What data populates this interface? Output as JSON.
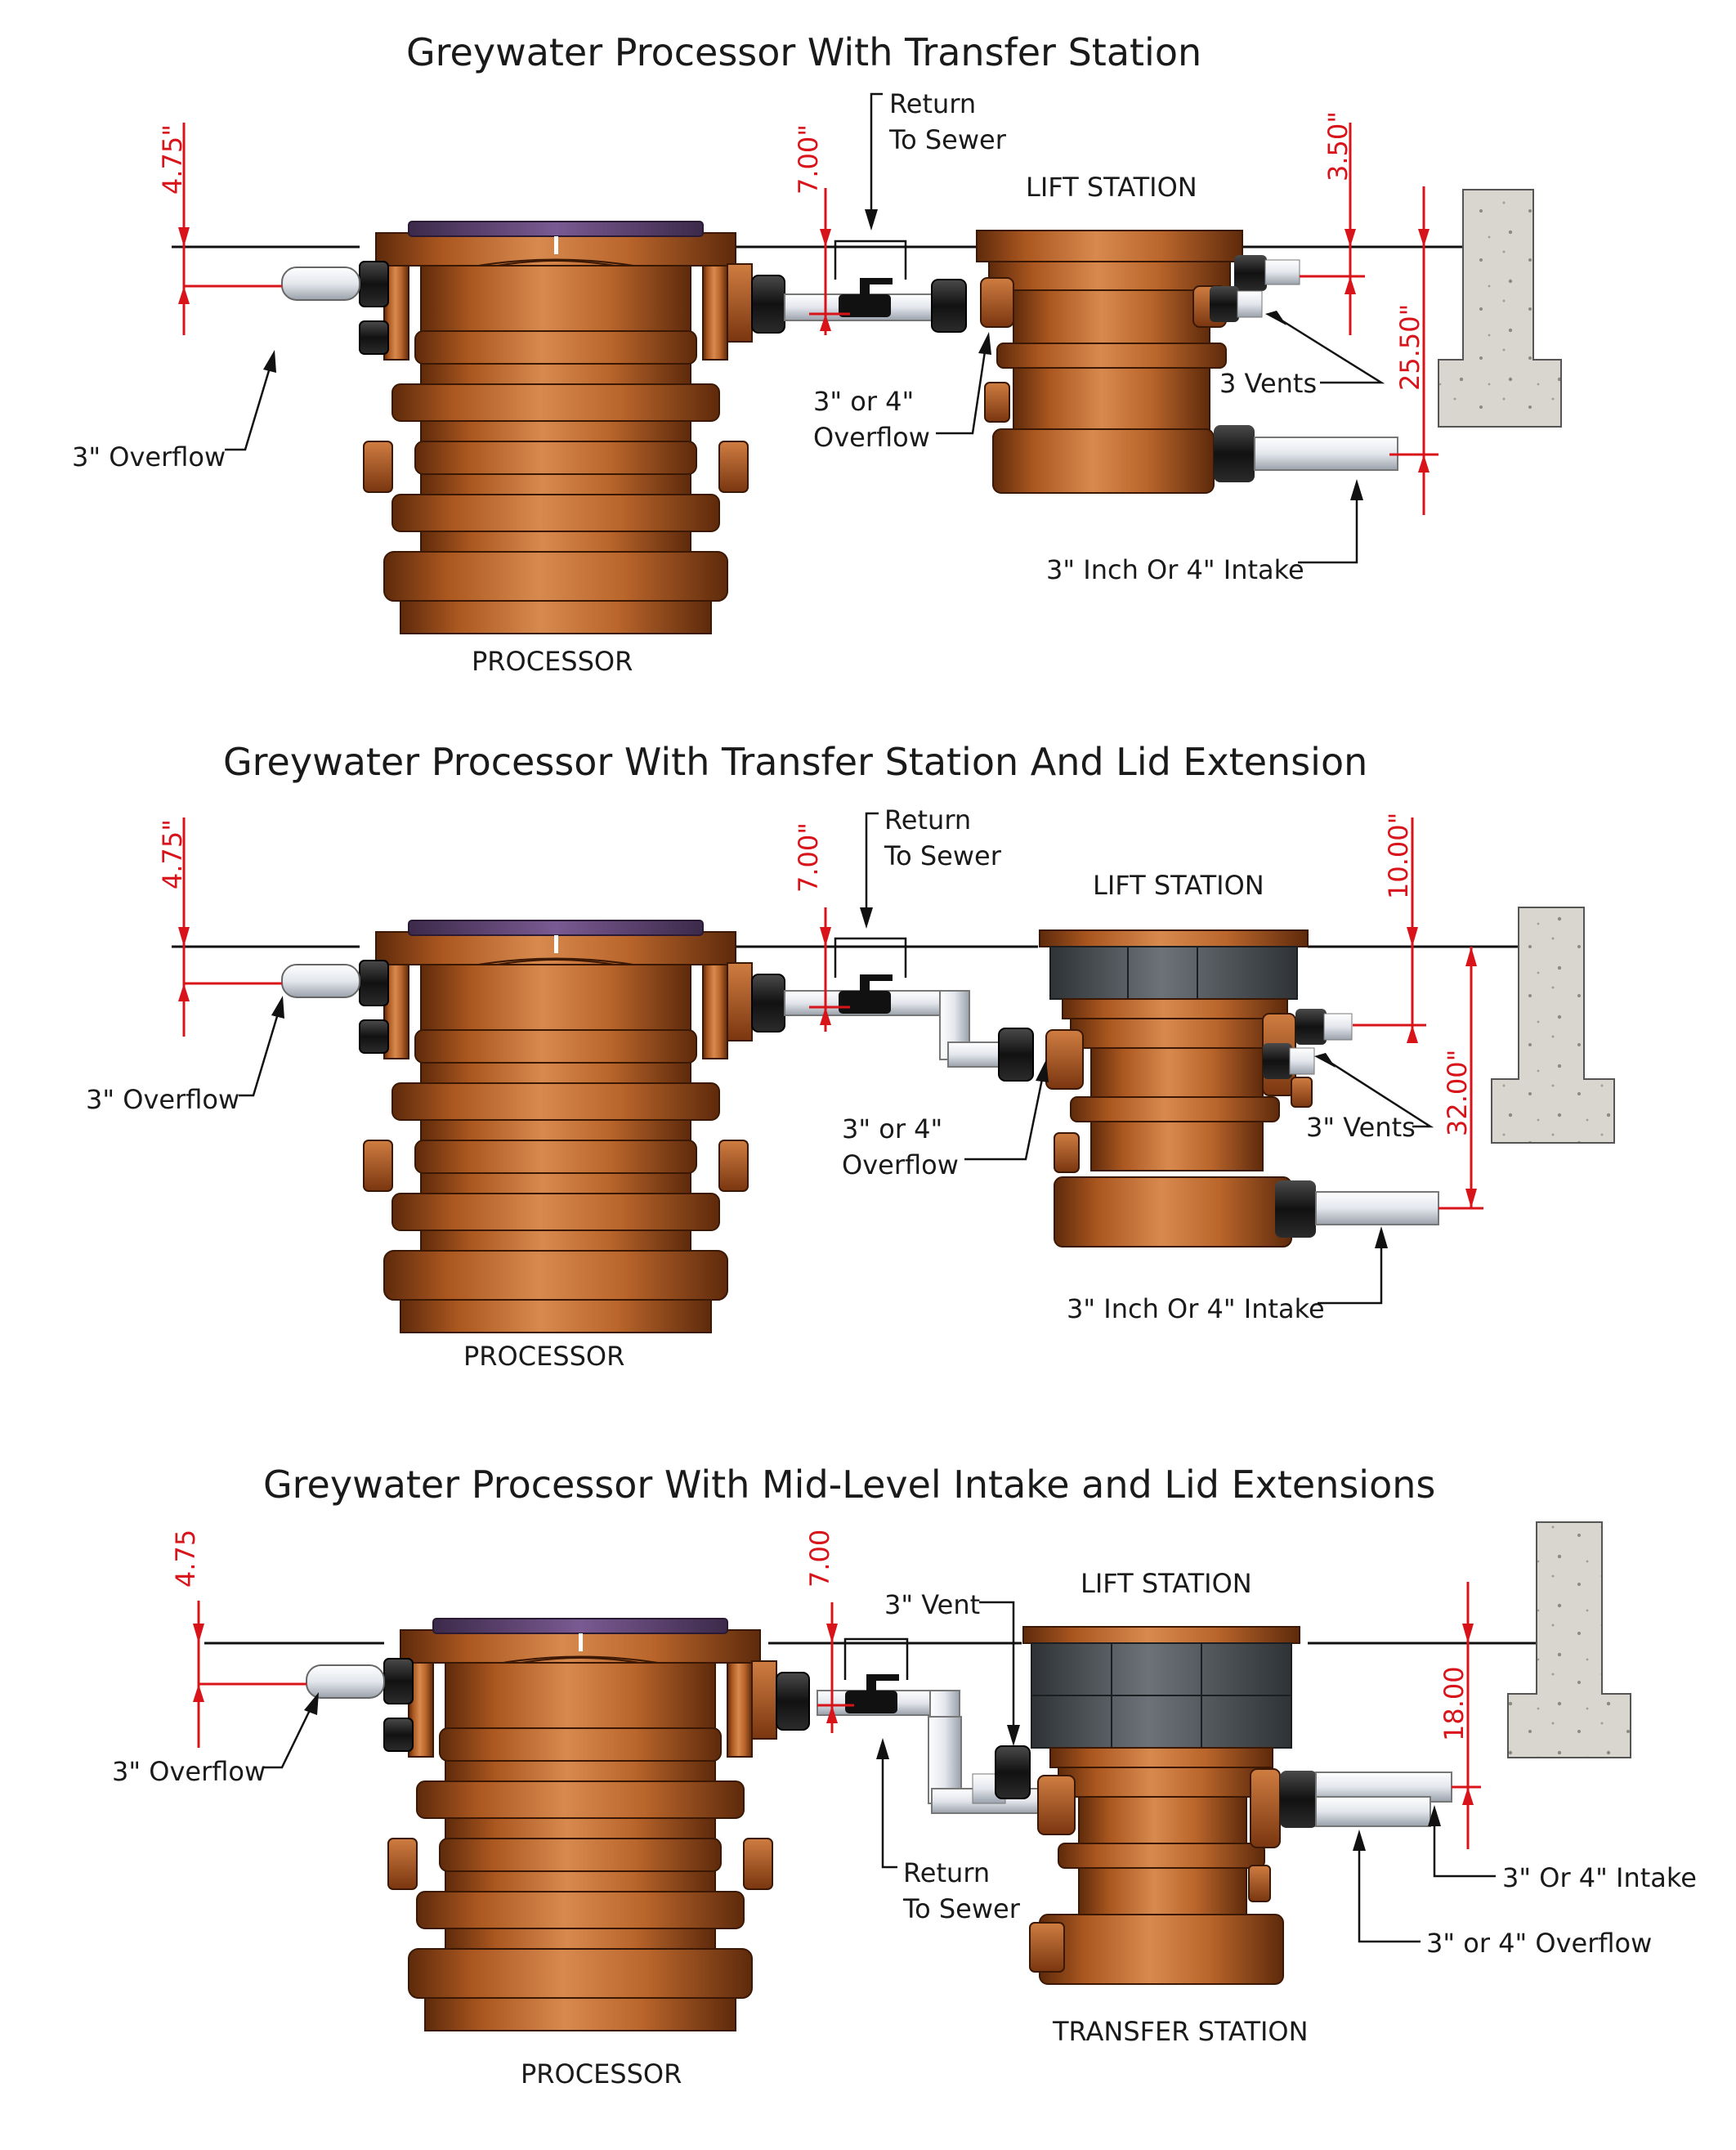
{
  "panels": [
    {
      "title": "Greywater Processor With Transfer Station",
      "labels": {
        "return_line1": "Return",
        "return_line2": "To Sewer",
        "lift": "LIFT STATION",
        "overflow_left": "3\" Overflow",
        "overflow_mid_line1": "3\" or 4\"",
        "overflow_mid_line2": "Overflow",
        "vents": "3 Vents",
        "intake": "3\" Inch Or 4\" Intake",
        "processor": "PROCESSOR"
      },
      "dims": {
        "d1": "4.75\"",
        "d2": "7.00\"",
        "d3": "3.50\"",
        "d4": "25.50\""
      }
    },
    {
      "title": "Greywater Processor With Transfer Station And Lid Extension",
      "labels": {
        "return_line1": "Return",
        "return_line2": "To Sewer",
        "lift": "LIFT STATION",
        "overflow_left": "3\" Overflow",
        "overflow_mid_line1": "3\" or 4\"",
        "overflow_mid_line2": "Overflow",
        "vents": "3\" Vents",
        "intake": "3\" Inch Or 4\" Intake",
        "processor": "PROCESSOR"
      },
      "dims": {
        "d1": "4.75\"",
        "d2": "7.00\"",
        "d3": "10.00\"",
        "d4": "32.00\""
      }
    },
    {
      "title": "Greywater Processor With Mid-Level Intake and Lid Extensions",
      "labels": {
        "vent": "3\" Vent",
        "lift": "LIFT STATION",
        "overflow_left": "3\" Overflow",
        "return_line1": "Return",
        "return_line2": "To Sewer",
        "intake": "3\" Or 4\" Intake",
        "overflow_right": "3\" or 4\" Overflow",
        "transfer": "TRANSFER STATION",
        "processor": "PROCESSOR"
      },
      "dims": {
        "d1": "4.75",
        "d2": "7.00",
        "d3": "18.00"
      }
    }
  ],
  "colors": {
    "tank_light": "#d88a4e",
    "tank_mid": "#a9561f",
    "tank_dark": "#5e2a0b",
    "lid_purple": "#5a3f6e",
    "extension_gray": "#555b61",
    "pipe_white": "#eef0f4",
    "coupling_black": "#1a1a1a",
    "dimension_red": "#d8141a",
    "concrete": "#d9d6cf"
  },
  "icons": [
    "ball-valve-icon",
    "red-arrow-icon",
    "leader-arrow-icon",
    "concrete-footing-icon"
  ]
}
